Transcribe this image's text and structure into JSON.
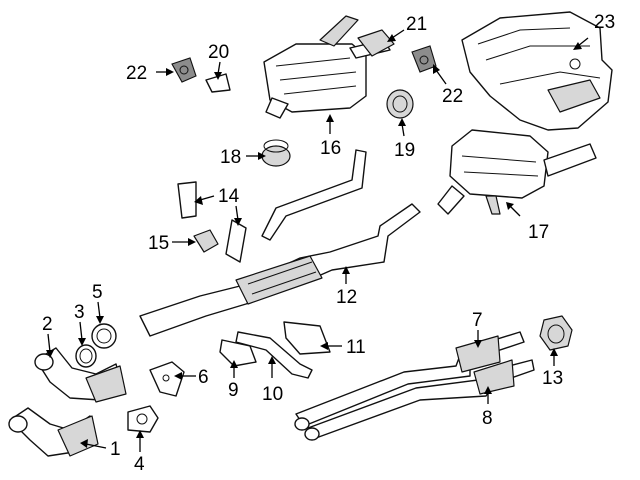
{
  "callouts": [
    {
      "id": "c1",
      "text": "1"
    },
    {
      "id": "c2",
      "text": "2"
    },
    {
      "id": "c3",
      "text": "3"
    },
    {
      "id": "c4",
      "text": "4"
    },
    {
      "id": "c5",
      "text": "5"
    },
    {
      "id": "c6",
      "text": "6"
    },
    {
      "id": "c7",
      "text": "7"
    },
    {
      "id": "c8",
      "text": "8"
    },
    {
      "id": "c9",
      "text": "9"
    },
    {
      "id": "c10",
      "text": "10"
    },
    {
      "id": "c11",
      "text": "11"
    },
    {
      "id": "c12",
      "text": "12"
    },
    {
      "id": "c13",
      "text": "13"
    },
    {
      "id": "c14",
      "text": "14"
    },
    {
      "id": "c15",
      "text": "15"
    },
    {
      "id": "c16",
      "text": "16"
    },
    {
      "id": "c17",
      "text": "17"
    },
    {
      "id": "c18",
      "text": "18"
    },
    {
      "id": "c19",
      "text": "19"
    },
    {
      "id": "c20",
      "text": "20"
    },
    {
      "id": "c21",
      "text": "21"
    },
    {
      "id": "c22a",
      "text": "22"
    },
    {
      "id": "c22b",
      "text": "22"
    },
    {
      "id": "c23",
      "text": "23"
    }
  ]
}
